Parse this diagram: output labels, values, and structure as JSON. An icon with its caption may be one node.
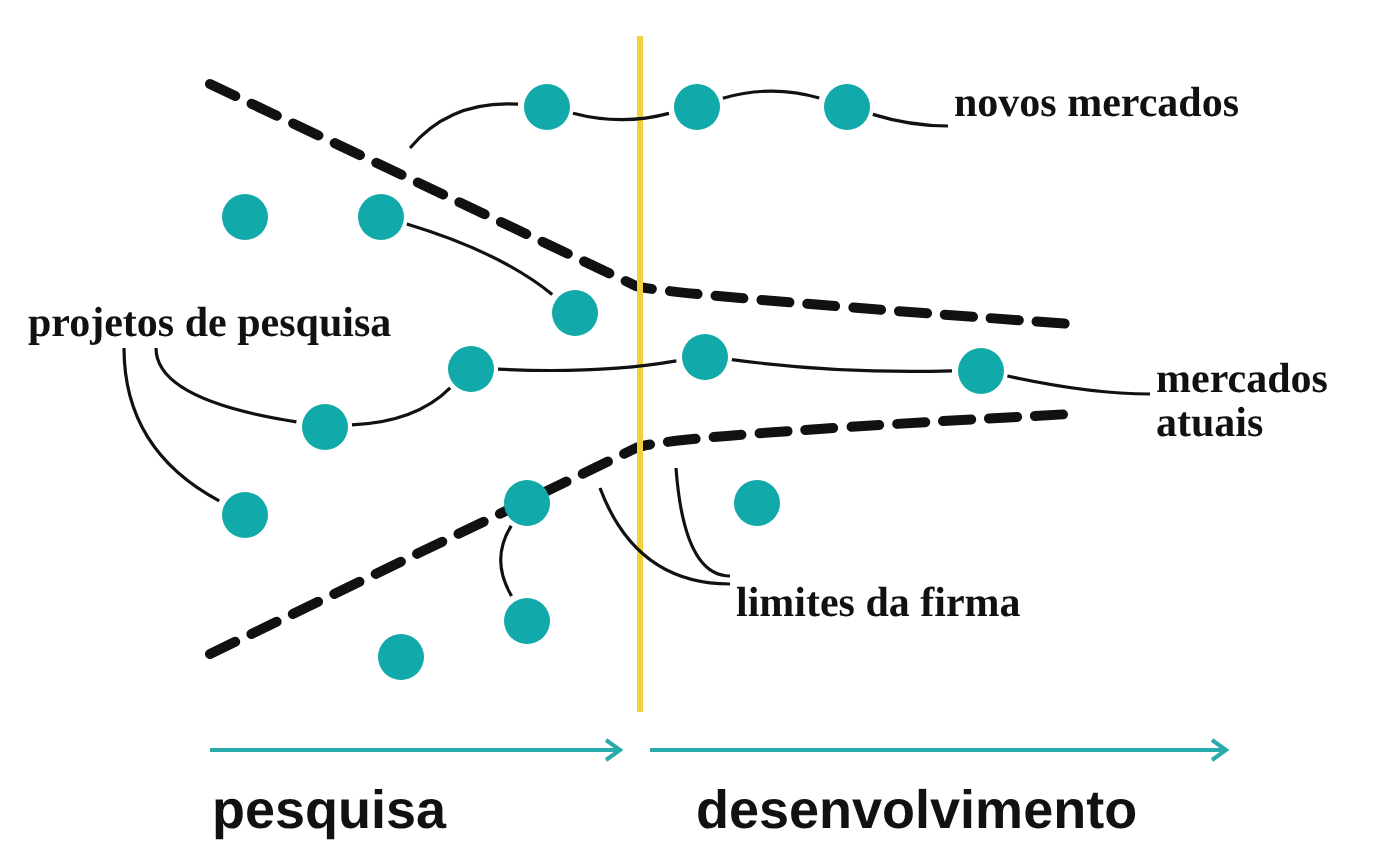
{
  "diagram": {
    "nodes": [
      {
        "text": [],
        "shape": "circle"
      },
      {
        "text": [],
        "shape": "circle"
      },
      {
        "text": [],
        "shape": "circle"
      },
      {
        "text": [
          "novos mercados"
        ]
      },
      {
        "text": [],
        "shape": "circle"
      },
      {
        "text": [],
        "shape": "circle"
      },
      {
        "text": [],
        "shape": "circle"
      },
      {
        "text": [
          "projetos de pesquisa"
        ]
      },
      {
        "text": [],
        "shape": "circle"
      },
      {
        "text": [],
        "shape": "circle"
      },
      {
        "text": [],
        "shape": "circle"
      },
      {
        "text": [
          "mercados atuais"
        ]
      },
      {
        "text": [],
        "shape": "circle"
      },
      {
        "text": [],
        "shape": "circle"
      },
      {
        "text": [],
        "shape": "circle"
      },
      {
        "text": [],
        "shape": "circle"
      },
      {
        "text": [
          "limites da firma"
        ]
      },
      {
        "text": [],
        "shape": "circle"
      },
      {
        "text": [],
        "shape": "circle"
      }
    ],
    "edges": [
      {
        "from": null,
        "to": 0,
        "arrow": "none"
      },
      {
        "from": 0,
        "to": 1,
        "arrow": "none"
      },
      {
        "from": 1,
        "to": 2,
        "arrow": "none"
      },
      {
        "from": 2,
        "to": 3,
        "arrow": "none"
      },
      {
        "from": 5,
        "to": 6,
        "arrow": "none"
      },
      {
        "from": 12,
        "to": 9,
        "arrow": "none"
      },
      {
        "from": 9,
        "to": 8,
        "arrow": "none"
      },
      {
        "from": 8,
        "to": 10,
        "arrow": "none"
      },
      {
        "from": 10,
        "to": 11,
        "arrow": "none"
      },
      {
        "from": 13,
        "to": 17,
        "arrow": "none"
      },
      {
        "from": 7,
        "to": 12,
        "arrow": "none"
      },
      {
        "from": 7,
        "to": 14,
        "arrow": "none"
      },
      {
        "from": 16,
        "to": null,
        "arrow": "none"
      },
      {
        "from": 16,
        "to": null,
        "arrow": "none"
      }
    ],
    "labels": [
      "pesquisa",
      "desenvolvimento"
    ]
  }
}
